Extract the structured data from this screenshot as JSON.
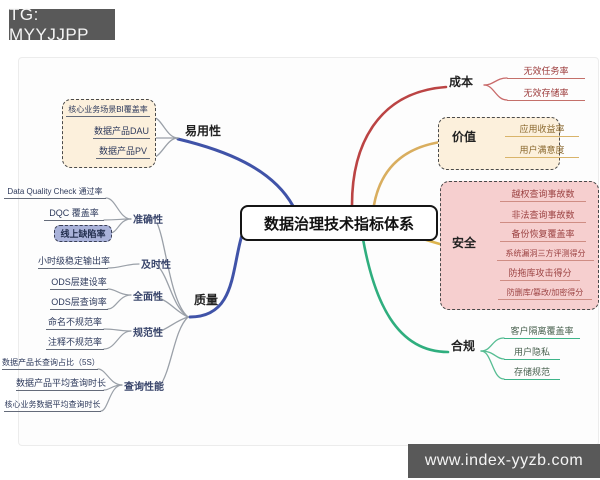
{
  "header": {
    "telegram_badge": "TG: MYYJJPP"
  },
  "footer": {
    "website": "www.index-yyzb.com"
  },
  "center": {
    "title": "数据治理技术指标体系"
  },
  "branches": {
    "usability": {
      "label": "易用性",
      "children": [
        "核心业务场景BI覆盖率",
        "数据产品DAU",
        "数据产品PV"
      ]
    },
    "quality": {
      "label": "质量",
      "groups": [
        {
          "label": "准确性",
          "children": [
            "Data Quality Check 通过率",
            "DQC 覆盖率",
            "线上缺陷率"
          ]
        },
        {
          "label": "及时性",
          "children": [
            "小时级稳定输出率"
          ]
        },
        {
          "label": "全面性",
          "children": [
            "ODS层建设率",
            "ODS层查询率"
          ]
        },
        {
          "label": "规范性",
          "children": [
            "命名不规范率",
            "注释不规范率"
          ]
        },
        {
          "label": "查询性能",
          "children": [
            "数据产品长查询占比（5S）",
            "数据产品平均查询时长",
            "核心业务数据平均查询时长"
          ]
        }
      ]
    },
    "cost": {
      "label": "成本",
      "children": [
        "无效任务率",
        "无效存储率"
      ]
    },
    "value": {
      "label": "价值",
      "children": [
        "应用收益率",
        "用户满意度"
      ]
    },
    "security": {
      "label": "安全",
      "children": [
        "越权查询事故数",
        "非法查询事故数",
        "备份恢复覆盖率",
        "系统漏洞三方评测得分",
        "防拖库攻击得分",
        "防删库/篡改/加密得分"
      ]
    },
    "compliance": {
      "label": "合规",
      "children": [
        "客户隔离覆盖率",
        "用户隐私",
        "存储规范"
      ]
    }
  },
  "colors": {
    "usability_branch": "#4053a8",
    "quality_branch": "#4053a8",
    "cost_branch": "#bb4444",
    "value_branch": "#d9ae5f",
    "security_branch": "#ddb54f",
    "compliance_branch": "#2fae7e",
    "usability_box_bg": "#fcf0dc",
    "value_box_bg": "#fcf0dc",
    "security_box_bg": "#f6cfcf",
    "defect_node_bg": "#a9b2d9",
    "watermark_bg": "#595959"
  }
}
